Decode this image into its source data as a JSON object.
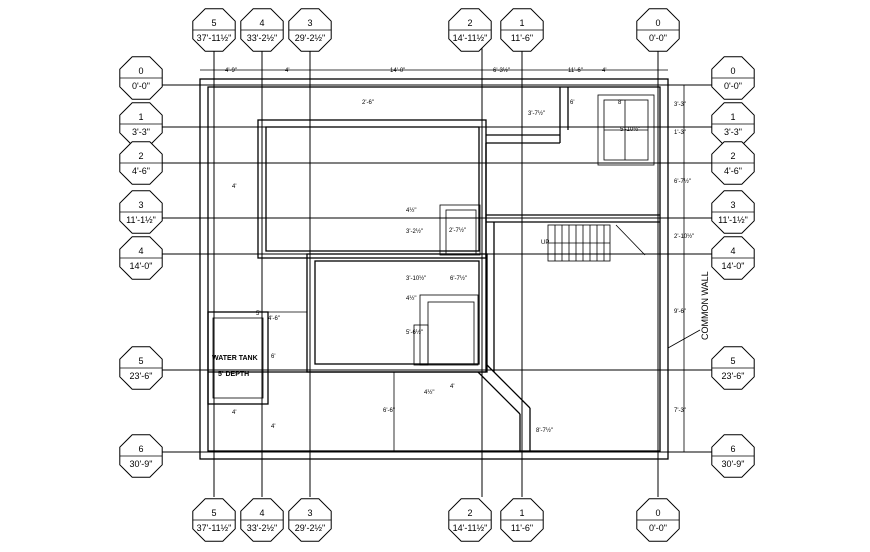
{
  "grid_top": [
    {
      "num": "5",
      "dim": "37'-11½\""
    },
    {
      "num": "4",
      "dim": "33'-2½\""
    },
    {
      "num": "3",
      "dim": "29'-2½\""
    },
    {
      "num": "2",
      "dim": "14'-11½\""
    },
    {
      "num": "1",
      "dim": "11'-6\""
    },
    {
      "num": "0",
      "dim": "0'-0\""
    }
  ],
  "grid_bottom": [
    {
      "num": "5",
      "dim": "37'-11½\""
    },
    {
      "num": "4",
      "dim": "33'-2½\""
    },
    {
      "num": "3",
      "dim": "29'-2½\""
    },
    {
      "num": "2",
      "dim": "14'-11½\""
    },
    {
      "num": "1",
      "dim": "11'-6\""
    },
    {
      "num": "0",
      "dim": "0'-0\""
    }
  ],
  "grid_left": [
    {
      "num": "0",
      "dim": "0'-0\""
    },
    {
      "num": "1",
      "dim": "3'-3\""
    },
    {
      "num": "2",
      "dim": "4'-6\""
    },
    {
      "num": "3",
      "dim": "11'-1½\""
    },
    {
      "num": "4",
      "dim": "14'-0\""
    },
    {
      "num": "5",
      "dim": "23'-6\""
    },
    {
      "num": "6",
      "dim": "30'-9\""
    }
  ],
  "grid_right": [
    {
      "num": "0",
      "dim": "0'-0\""
    },
    {
      "num": "1",
      "dim": "3'-3\""
    },
    {
      "num": "2",
      "dim": "4'-6\""
    },
    {
      "num": "3",
      "dim": "11'-1½\""
    },
    {
      "num": "4",
      "dim": "14'-0\""
    },
    {
      "num": "5",
      "dim": "23'-6\""
    },
    {
      "num": "6",
      "dim": "30'-9\""
    }
  ],
  "labels": {
    "water_tank": "WATER TANK",
    "depth": "5' DEPTH",
    "common_wall": "COMMON WALL",
    "up": "UP"
  },
  "dims": {
    "top_a": "4'-9\"",
    "top_b": "4'",
    "top_c": "14'-0\"",
    "top_d": "6'-3½\"",
    "top_e": "11'-6\"",
    "top_f": "4'",
    "r1": "3'-3\"",
    "r2": "1'-3\"",
    "r3": "6'-7½\"",
    "r4": "2'-10½\"",
    "r5": "9'-6\"",
    "r6": "7'-3\"",
    "i1": "2'-6\"",
    "i2": "3'-7½\"",
    "i3": "5'-10½\"",
    "i4": "4'",
    "i5": "4'-6\"",
    "i6": "3'-2½\"",
    "i7": "2'-7½\"",
    "i8": "3'-10½\"",
    "i9": "6'-7½\"",
    "i10": "4½\"",
    "i11": "5'-6½\"",
    "i12": "5'",
    "i13": "6'",
    "i14": "4'",
    "i15": "4'",
    "i16": "6'-6\"",
    "i17": "4'",
    "i18": "8'-7½\"",
    "i19": "4½\"",
    "i20": "4½\"",
    "i21": "6'",
    "i22": "8'"
  }
}
